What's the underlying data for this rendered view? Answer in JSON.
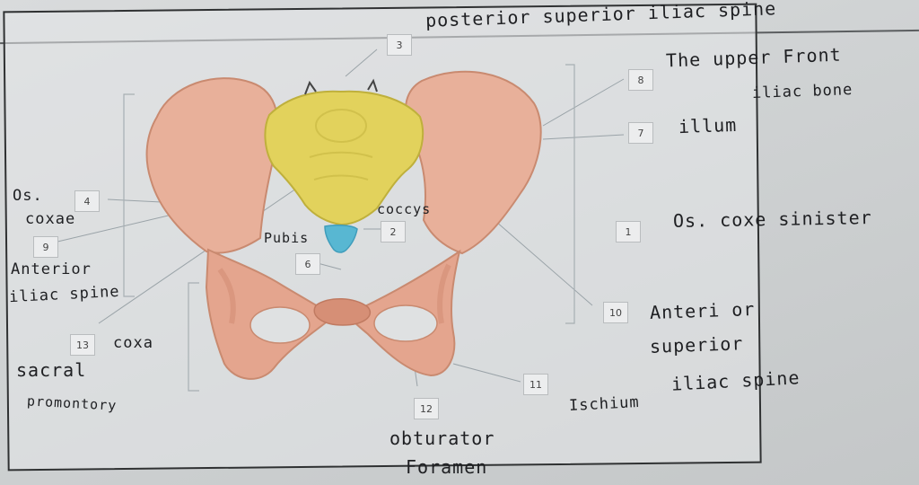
{
  "boxes": {
    "b1": "1",
    "b2": "2",
    "b3": "3",
    "b4": "4",
    "b6": "6",
    "b7": "7",
    "b8": "8",
    "b9": "9",
    "b10": "10",
    "b11": "11",
    "b12": "12",
    "b13": "13"
  },
  "labels": {
    "posterior_superior": "posterior superior iliac spine",
    "upper_front_1": "The upper Front",
    "upper_front_2": "iliac bone",
    "illum": "illum",
    "os_coxe_sinister": "Os. coxe sinister",
    "anterior_sup_1": "Anteri or",
    "anterior_sup_2": "superior",
    "anterior_sup_3": "iliac spine",
    "ischium": "Ischium",
    "obturator_1": "obturator",
    "obturator_2": "Foramen",
    "os_coxae_1": "Os.",
    "os_coxae_2": "coxae",
    "anterior_iliac_1": "Anterior",
    "anterior_iliac_2": "iliac spine",
    "coxa": "coxa",
    "sacral_1": "sacral",
    "sacral_2": "promontory",
    "pubis": "Pubis",
    "coccys": "coccys"
  },
  "colors": {
    "bone": "#e8b09a",
    "bone_shade": "#d78d73",
    "sacrum": "#e2d25c",
    "coccyx": "#58b7d2",
    "ink": "#1e1f22"
  }
}
